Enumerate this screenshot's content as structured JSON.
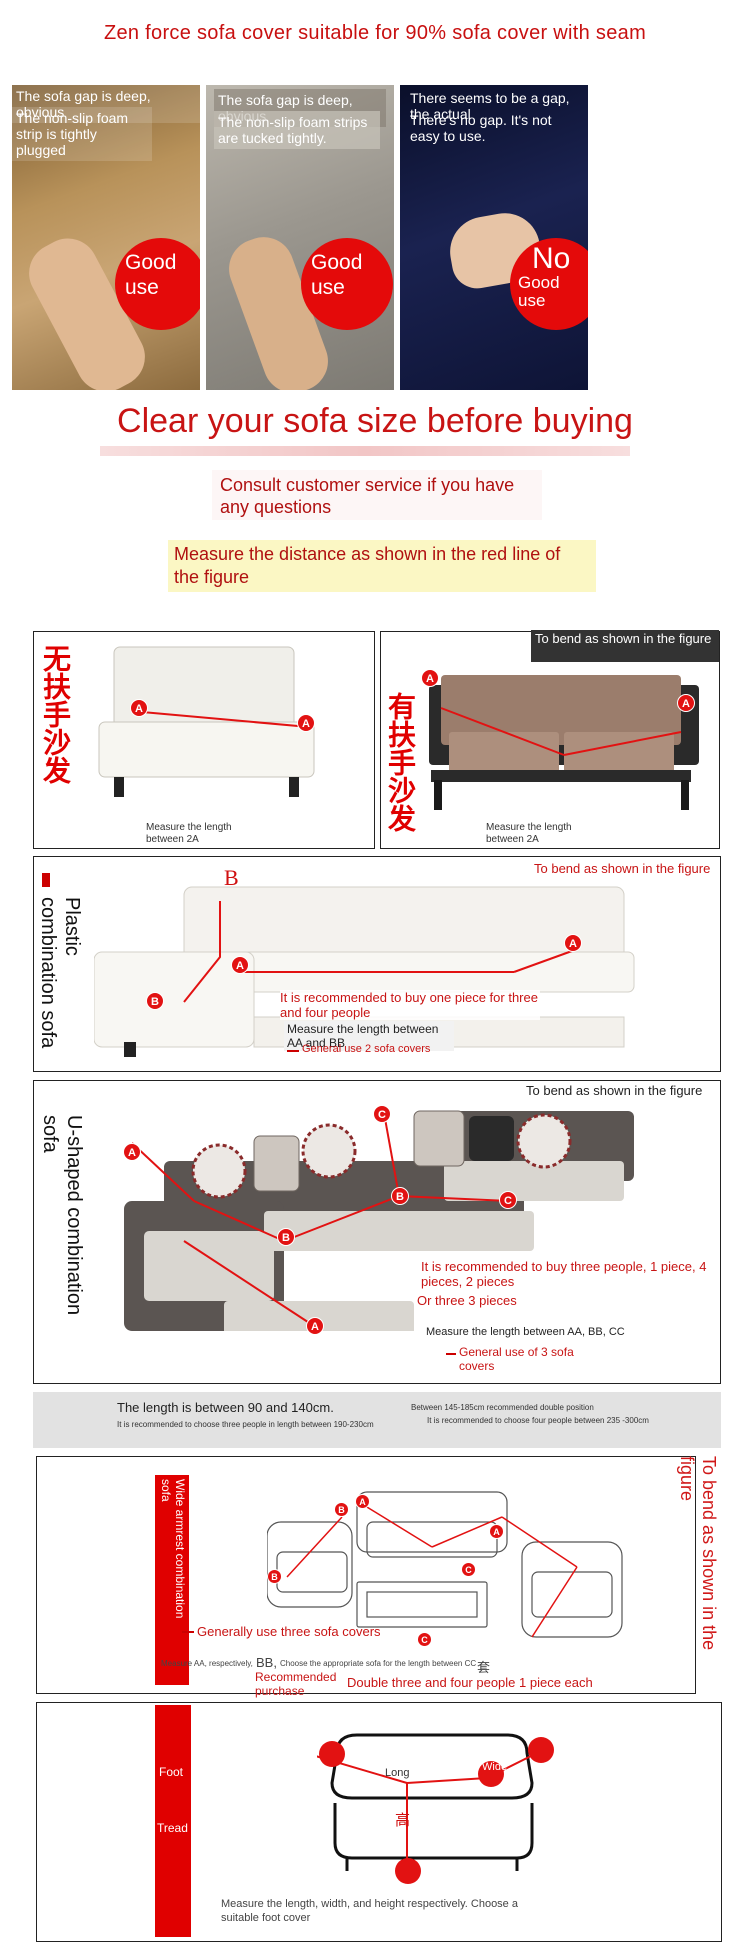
{
  "header": {
    "title": "Zen force sofa cover suitable for 90% sofa cover with seam"
  },
  "photos": [
    {
      "label1": "The sofa gap is deep, obvious",
      "label2": "The non-slip foam strip is tightly plugged",
      "badge": [
        "Good",
        "use"
      ]
    },
    {
      "label1": "The sofa gap is deep, obvious",
      "label2": "The non-slip foam strips are tucked tightly.",
      "badge": [
        "Good",
        "use"
      ]
    },
    {
      "label1": "There seems to be a gap, the actual",
      "label2": "There's no gap. It's not easy to use.",
      "badge_top": "No",
      "badge": [
        "Good",
        "use"
      ]
    }
  ],
  "size_section": {
    "title": "Clear your sofa size before buying",
    "consult": "Consult customer service if you have any questions",
    "measure": "Measure the distance as shown in the red line of the figure"
  },
  "armless": {
    "vertical": "无扶手沙发",
    "caption": "Measure the length between 2A",
    "point": "A"
  },
  "armrest": {
    "vertical": "有扶手沙发",
    "caption": "Measure the length between 2A",
    "bend": "To bend as shown in the figure",
    "point": "A"
  },
  "plastic": {
    "vertical": "Plastic combination sofa",
    "bend": "To bend as shown in the figure",
    "recommend": "It is recommended to buy one piece for three and four people",
    "measure": "Measure the length between AA and BB",
    "general": "General use 2 sofa covers",
    "point_a": "A",
    "point_b": "B"
  },
  "ushape": {
    "vertical": "U-shaped combination sofa",
    "bend": "To bend as shown in the figure",
    "recommend": "It is recommended to buy three people, 1 piece, 4 pieces, 2 pieces",
    "or": "Or three 3 pieces",
    "measure": "Measure the length between AA, BB, CC",
    "general": "General use of 3 sofa covers",
    "points": [
      "A",
      "B",
      "C"
    ]
  },
  "grey_bar": {
    "left_main": "The length is between 90 and 140cm.",
    "left_sub": "It is recommended to choose three people in length between 190-230cm",
    "right_main": "Between 145-185cm recommended double position",
    "right_sub": "It is recommended to choose four people between 235 -300cm"
  },
  "wide": {
    "vertical": "Wide armrest combination sofa",
    "bend": "To bend as shown in the figure",
    "general": "Generally use three sofa covers",
    "measure_a": "Measure AA, respectively,",
    "bb": "BB,",
    "measure_b": "Choose the appropriate sofa for the length between CC",
    "tao": "套",
    "recommended": "Recommended purchase",
    "double": "Double three and four people 1 piece each",
    "points": [
      "A",
      "B",
      "C"
    ]
  },
  "foot": {
    "bar_top": "Foot",
    "bar_bottom": "Tread",
    "long": "Long",
    "wide": "Wide",
    "high": "高",
    "caption": "Measure the length, width, and height respectively. Choose a suitable foot cover"
  }
}
